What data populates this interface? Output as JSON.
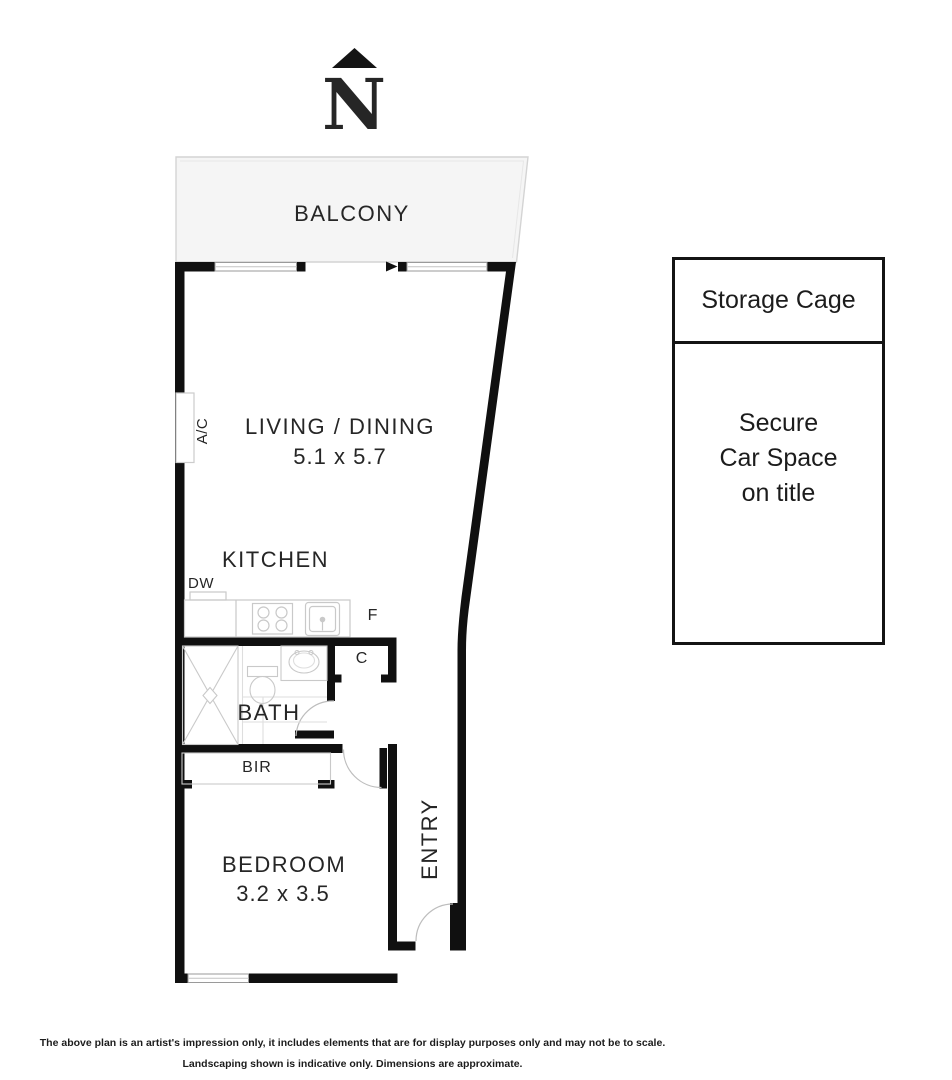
{
  "compass": {
    "letter": "N"
  },
  "rooms": {
    "balcony": {
      "label": "BALCONY"
    },
    "living_dining": {
      "label": "LIVING / DINING",
      "dimensions": "5.1 x 5.7"
    },
    "kitchen": {
      "label": "KITCHEN"
    },
    "bath": {
      "label": "BATH"
    },
    "bir": {
      "label": "BIR"
    },
    "bedroom": {
      "label": "BEDROOM",
      "dimensions": "3.2 x 3.5"
    },
    "entry": {
      "label": "ENTRY"
    }
  },
  "fixtures": {
    "air_conditioner": "A/C",
    "dishwasher": "DW",
    "fridge": "F",
    "cupboard": "C"
  },
  "storage": {
    "title": "Storage Cage",
    "note_line1": "Secure",
    "note_line2": "Car Space",
    "note_line3": "on title"
  },
  "disclaimer": {
    "line1": "The above plan is an artist's impression only, it includes elements that are for display purposes only and may not be to scale.",
    "line2": "Landscaping shown is indicative only. Dimensions are approximate."
  },
  "colors": {
    "wall": "#101010",
    "fixture_line": "#c9c9c9",
    "window_line": "#9a9a9a",
    "door_arc": "#bdbdbd",
    "balcony_fill": "#f5f5f5",
    "balcony_edge": "#d4d4d4",
    "text": "#262626"
  }
}
